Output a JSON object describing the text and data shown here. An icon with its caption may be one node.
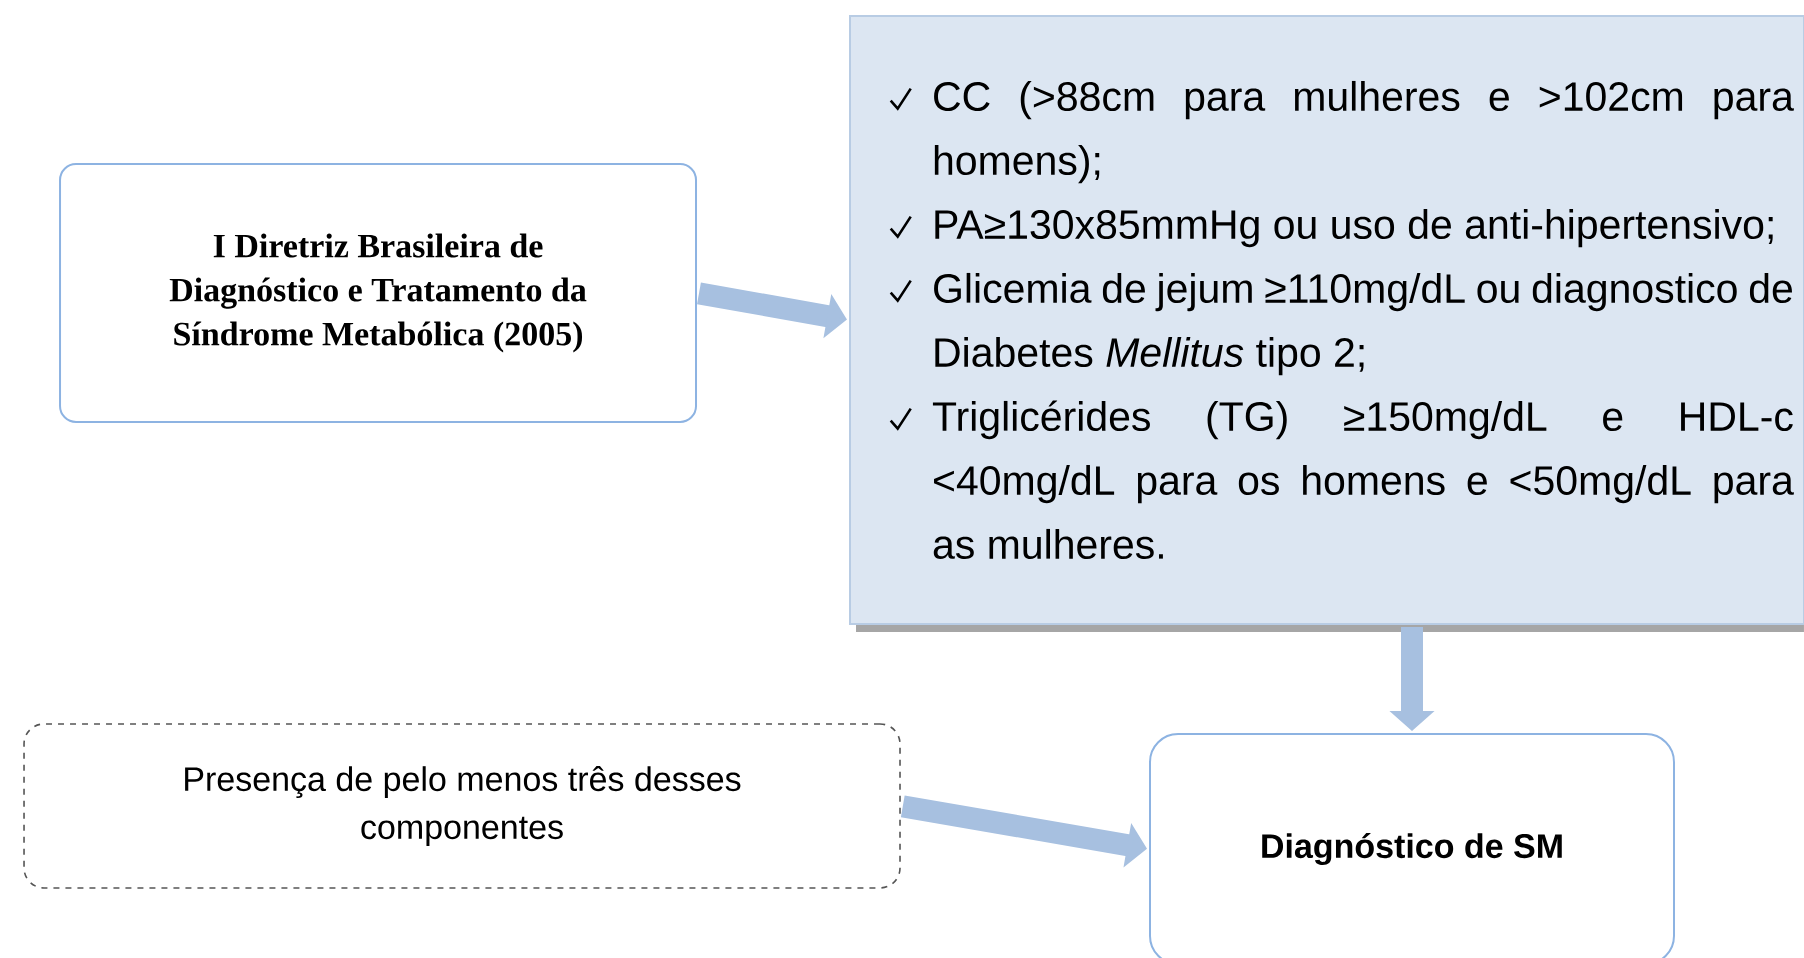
{
  "diagram": {
    "nodes": [
      {
        "text": [
          "I Diretriz Brasileira de Diagnóstico e Tratamento da Síndrome Metabólica (2005)"
        ]
      },
      {
        "text": [
          "CC (>88cm para mulheres e >102cm para homens);",
          "PA≥130x85mmHg ou uso de anti-hipertensivo;",
          "Glicemia de jejum ≥110mg/dL ou diagnostico de Diabetes *Mellitus* tipo 2;",
          "Triglicérides (TG) ≥150mg/dL e HDL-c <40mg/dL para os homens e <50mg/dL para as mulheres."
        ]
      },
      {
        "text": [
          "Presença de pelo menos três desses componentes"
        ]
      },
      {
        "text": [
          "Diagnóstico de SM"
        ]
      }
    ],
    "edges": [
      {
        "from": 0,
        "to": 1,
        "arrow": "to"
      },
      {
        "from": 1,
        "to": 3,
        "arrow": "to"
      },
      {
        "from": 2,
        "to": 3,
        "arrow": "to"
      }
    ]
  }
}
